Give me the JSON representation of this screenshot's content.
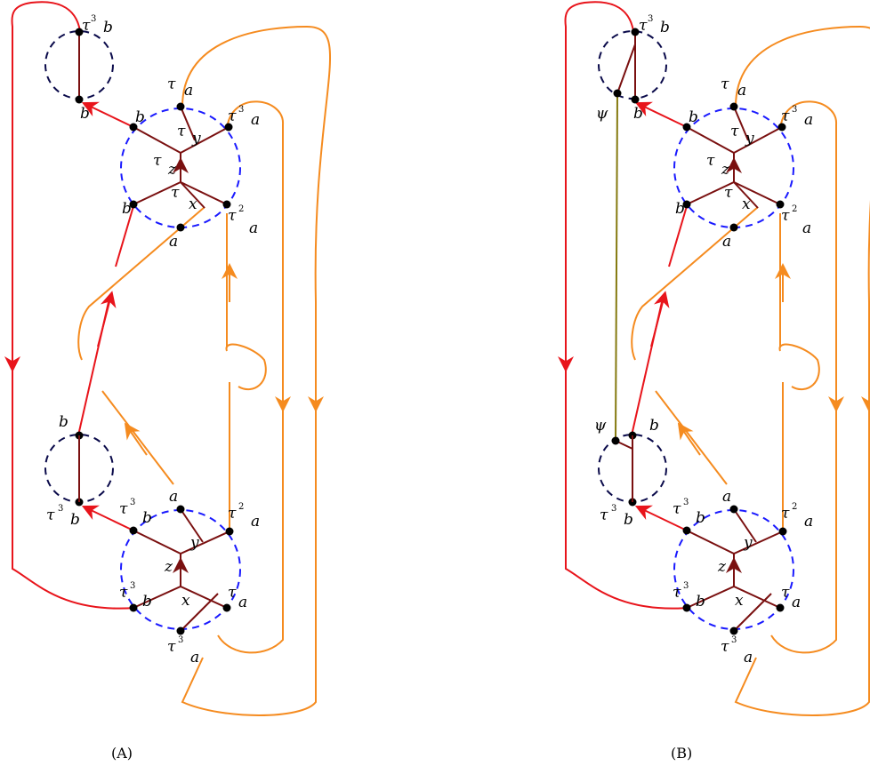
{
  "colors": {
    "red": "#e8141b",
    "orange": "#f58b1f",
    "maroon": "#7a1010",
    "blue_dashed": "#1a1aff",
    "navy_dashed": "#0a0a4a",
    "olive": "#857a10"
  },
  "captions": {
    "a": "(A)",
    "b": "(B)"
  },
  "labels": {
    "tau": "τ",
    "a": "a",
    "b": "b",
    "x": "x",
    "y": "y",
    "z": "z",
    "psi": "ψ",
    "exp2": "2",
    "exp3": "3"
  }
}
